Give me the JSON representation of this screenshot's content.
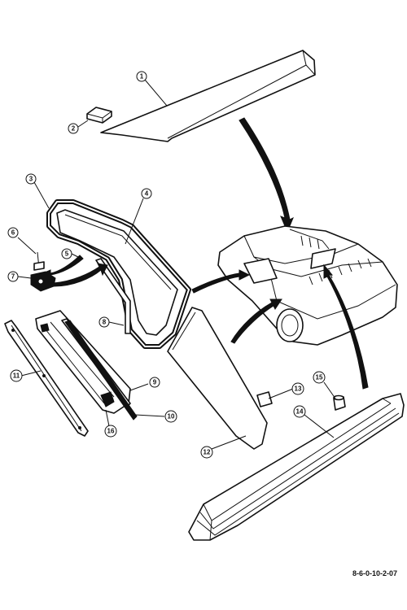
{
  "callouts": [
    {
      "id": "callout-1",
      "label": "1"
    },
    {
      "id": "callout-2",
      "label": "2"
    },
    {
      "id": "callout-3",
      "label": "3"
    },
    {
      "id": "callout-4",
      "label": "4"
    },
    {
      "id": "callout-5",
      "label": "5"
    },
    {
      "id": "callout-6",
      "label": "6"
    },
    {
      "id": "callout-7",
      "label": "7"
    },
    {
      "id": "callout-8",
      "label": "8"
    },
    {
      "id": "callout-9",
      "label": "9"
    },
    {
      "id": "callout-10",
      "label": "10"
    },
    {
      "id": "callout-11",
      "label": "11"
    },
    {
      "id": "callout-12",
      "label": "12"
    },
    {
      "id": "callout-13",
      "label": "13"
    },
    {
      "id": "callout-14",
      "label": "14"
    },
    {
      "id": "callout-15",
      "label": "15"
    },
    {
      "id": "callout-16",
      "label": "16"
    }
  ],
  "reference_code": "8-6-0-10-2-07"
}
